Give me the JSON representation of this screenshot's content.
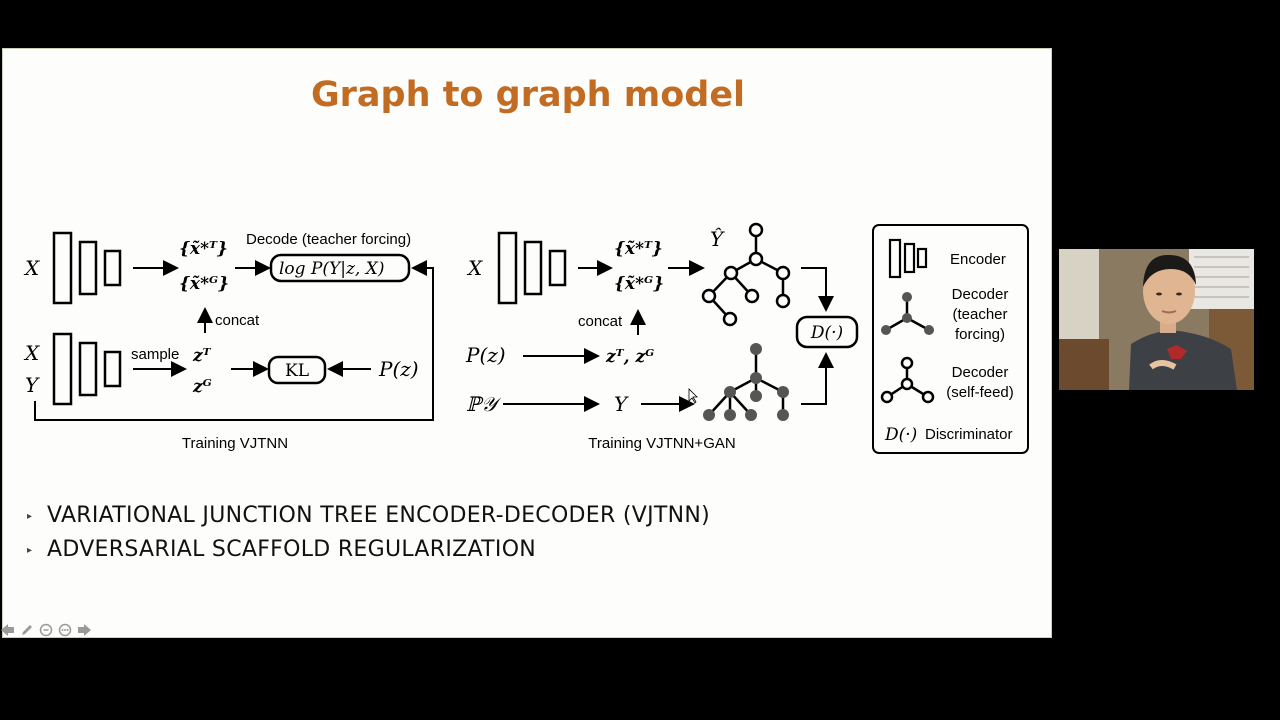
{
  "slide": {
    "title": "Graph to graph model",
    "bullets": [
      "VARIATIONAL JUNCTION TREE ENCODER-DECODER (VJTNN)",
      "ADVERSARIAL SCAFFOLD REGULARIZATION"
    ]
  },
  "diagram": {
    "left": {
      "x": "X",
      "x2": "X",
      "y": "Y",
      "decode_label": "Decode (teacher forcing)",
      "decode_box": "log P(Y|z, X)",
      "xt": "{x̃*ᵀ}",
      "xg": "{x̃*ᴳ}",
      "concat": "concat",
      "sample": "sample",
      "zt": "zᵀ",
      "zg": "zᴳ",
      "kl": "KL",
      "pz": "P(z)",
      "caption": "Training VJTNN"
    },
    "right": {
      "x": "X",
      "xt": "{x̃*ᵀ}",
      "xg": "{x̃*ᴳ}",
      "yhat": "Ŷ",
      "concat": "concat",
      "pz": "P(z)",
      "ztg": "zᵀ, zᴳ",
      "py": "ℙ𝒴",
      "y": "Y",
      "d": "D(·)",
      "caption": "Training VJTNN+GAN"
    },
    "legend": {
      "encoder": "Encoder",
      "decoder_tf": [
        "Decoder",
        "(teacher",
        "forcing)"
      ],
      "decoder_sf": [
        "Decoder",
        "(self-feed)"
      ],
      "d_symbol": "D(·)",
      "discriminator": "Discriminator"
    }
  },
  "colors": {
    "title": "#c26b22",
    "slide_bg": "#fdfdfb",
    "node_dark": "#555555"
  },
  "nav_icons": [
    "arrow-left-icon",
    "pen-icon",
    "zoom-icon",
    "more-icon",
    "arrow-right-icon"
  ]
}
